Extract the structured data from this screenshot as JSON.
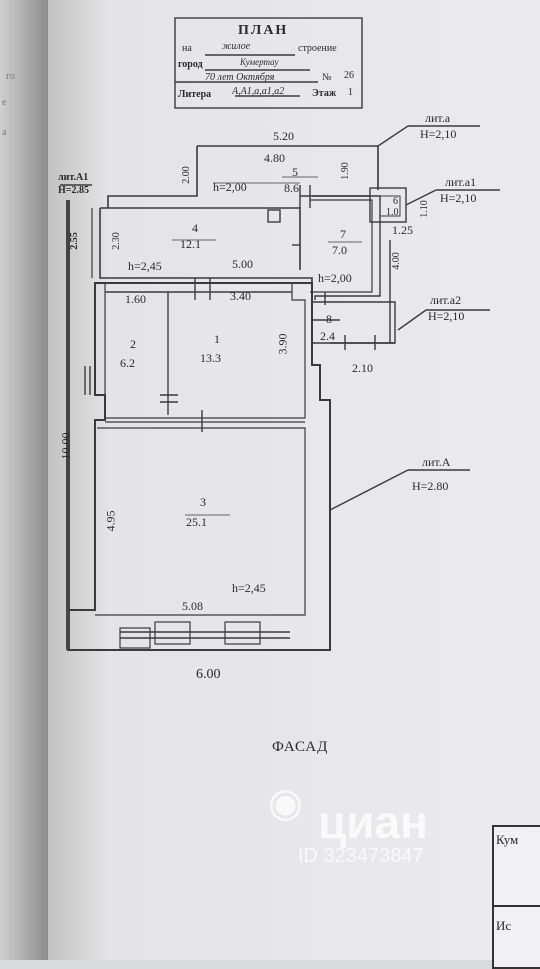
{
  "header": {
    "title": "ПЛАН",
    "line1_prefix": "на",
    "line1_value": "жилое",
    "line1_suffix": "строение",
    "line2_prefix": "город",
    "line2_value": "Кумертау",
    "line3_street": "70 лет Октября",
    "line3_no_label": "№",
    "line3_no": "26",
    "line4_litera_label": "Литера",
    "line4_litera": "А,А1,а,а1,а2",
    "line4_floor_label": "Этаж",
    "line4_floor": "1"
  },
  "labels": {
    "lit_a": "лит.а",
    "lit_a_h": "Н=2,10",
    "lit_a1": "лит.а1",
    "lit_a1_h": "Н=2,10",
    "lit_a2": "лит.а2",
    "lit_a2_h": "Н=2,10",
    "lit_A": "лит.А",
    "lit_A_h": "Н=2.80",
    "lit_A1": "лит.А1",
    "lit_A1_h": "Н=2.85"
  },
  "rooms": {
    "r1": {
      "no": "1",
      "area": "13.3"
    },
    "r2": {
      "no": "2",
      "area": "6.2"
    },
    "r3": {
      "no": "3",
      "area": "25.1"
    },
    "r4": {
      "no": "4",
      "area": "12.1"
    },
    "r5": {
      "no": "5",
      "area": "8.6"
    },
    "r6": {
      "no": "6",
      "area": "1.0"
    },
    "r7": {
      "no": "7",
      "area": "7.0"
    },
    "r8": {
      "no": "8",
      "area": "2.4"
    }
  },
  "dims": {
    "d520": "5.20",
    "d480": "4.80",
    "d200v": "2.00",
    "h200a": "h=2,00",
    "d190": "1.90",
    "d110": "1.10",
    "d125": "1.25",
    "d255": "2.55",
    "d230": "2.30",
    "h245a": "h=2,45",
    "d500": "5.00",
    "h200b": "h=2,00",
    "d400": "4.00",
    "d160": "1.60",
    "d340": "3.40",
    "d390": "3.90",
    "d210": "2.10",
    "d1000": "10.00",
    "d495": "4.95",
    "h245b": "h=2,45",
    "d508": "5.08",
    "d600": "6.00"
  },
  "footer": {
    "fasad": "ФАСАД",
    "watermark_brand": "циан",
    "watermark_id": "ID 323473847",
    "stamp_top": "Кум",
    "stamp_bottom": "Ис"
  },
  "margin_marks": [
    "го",
    "е",
    "а"
  ]
}
